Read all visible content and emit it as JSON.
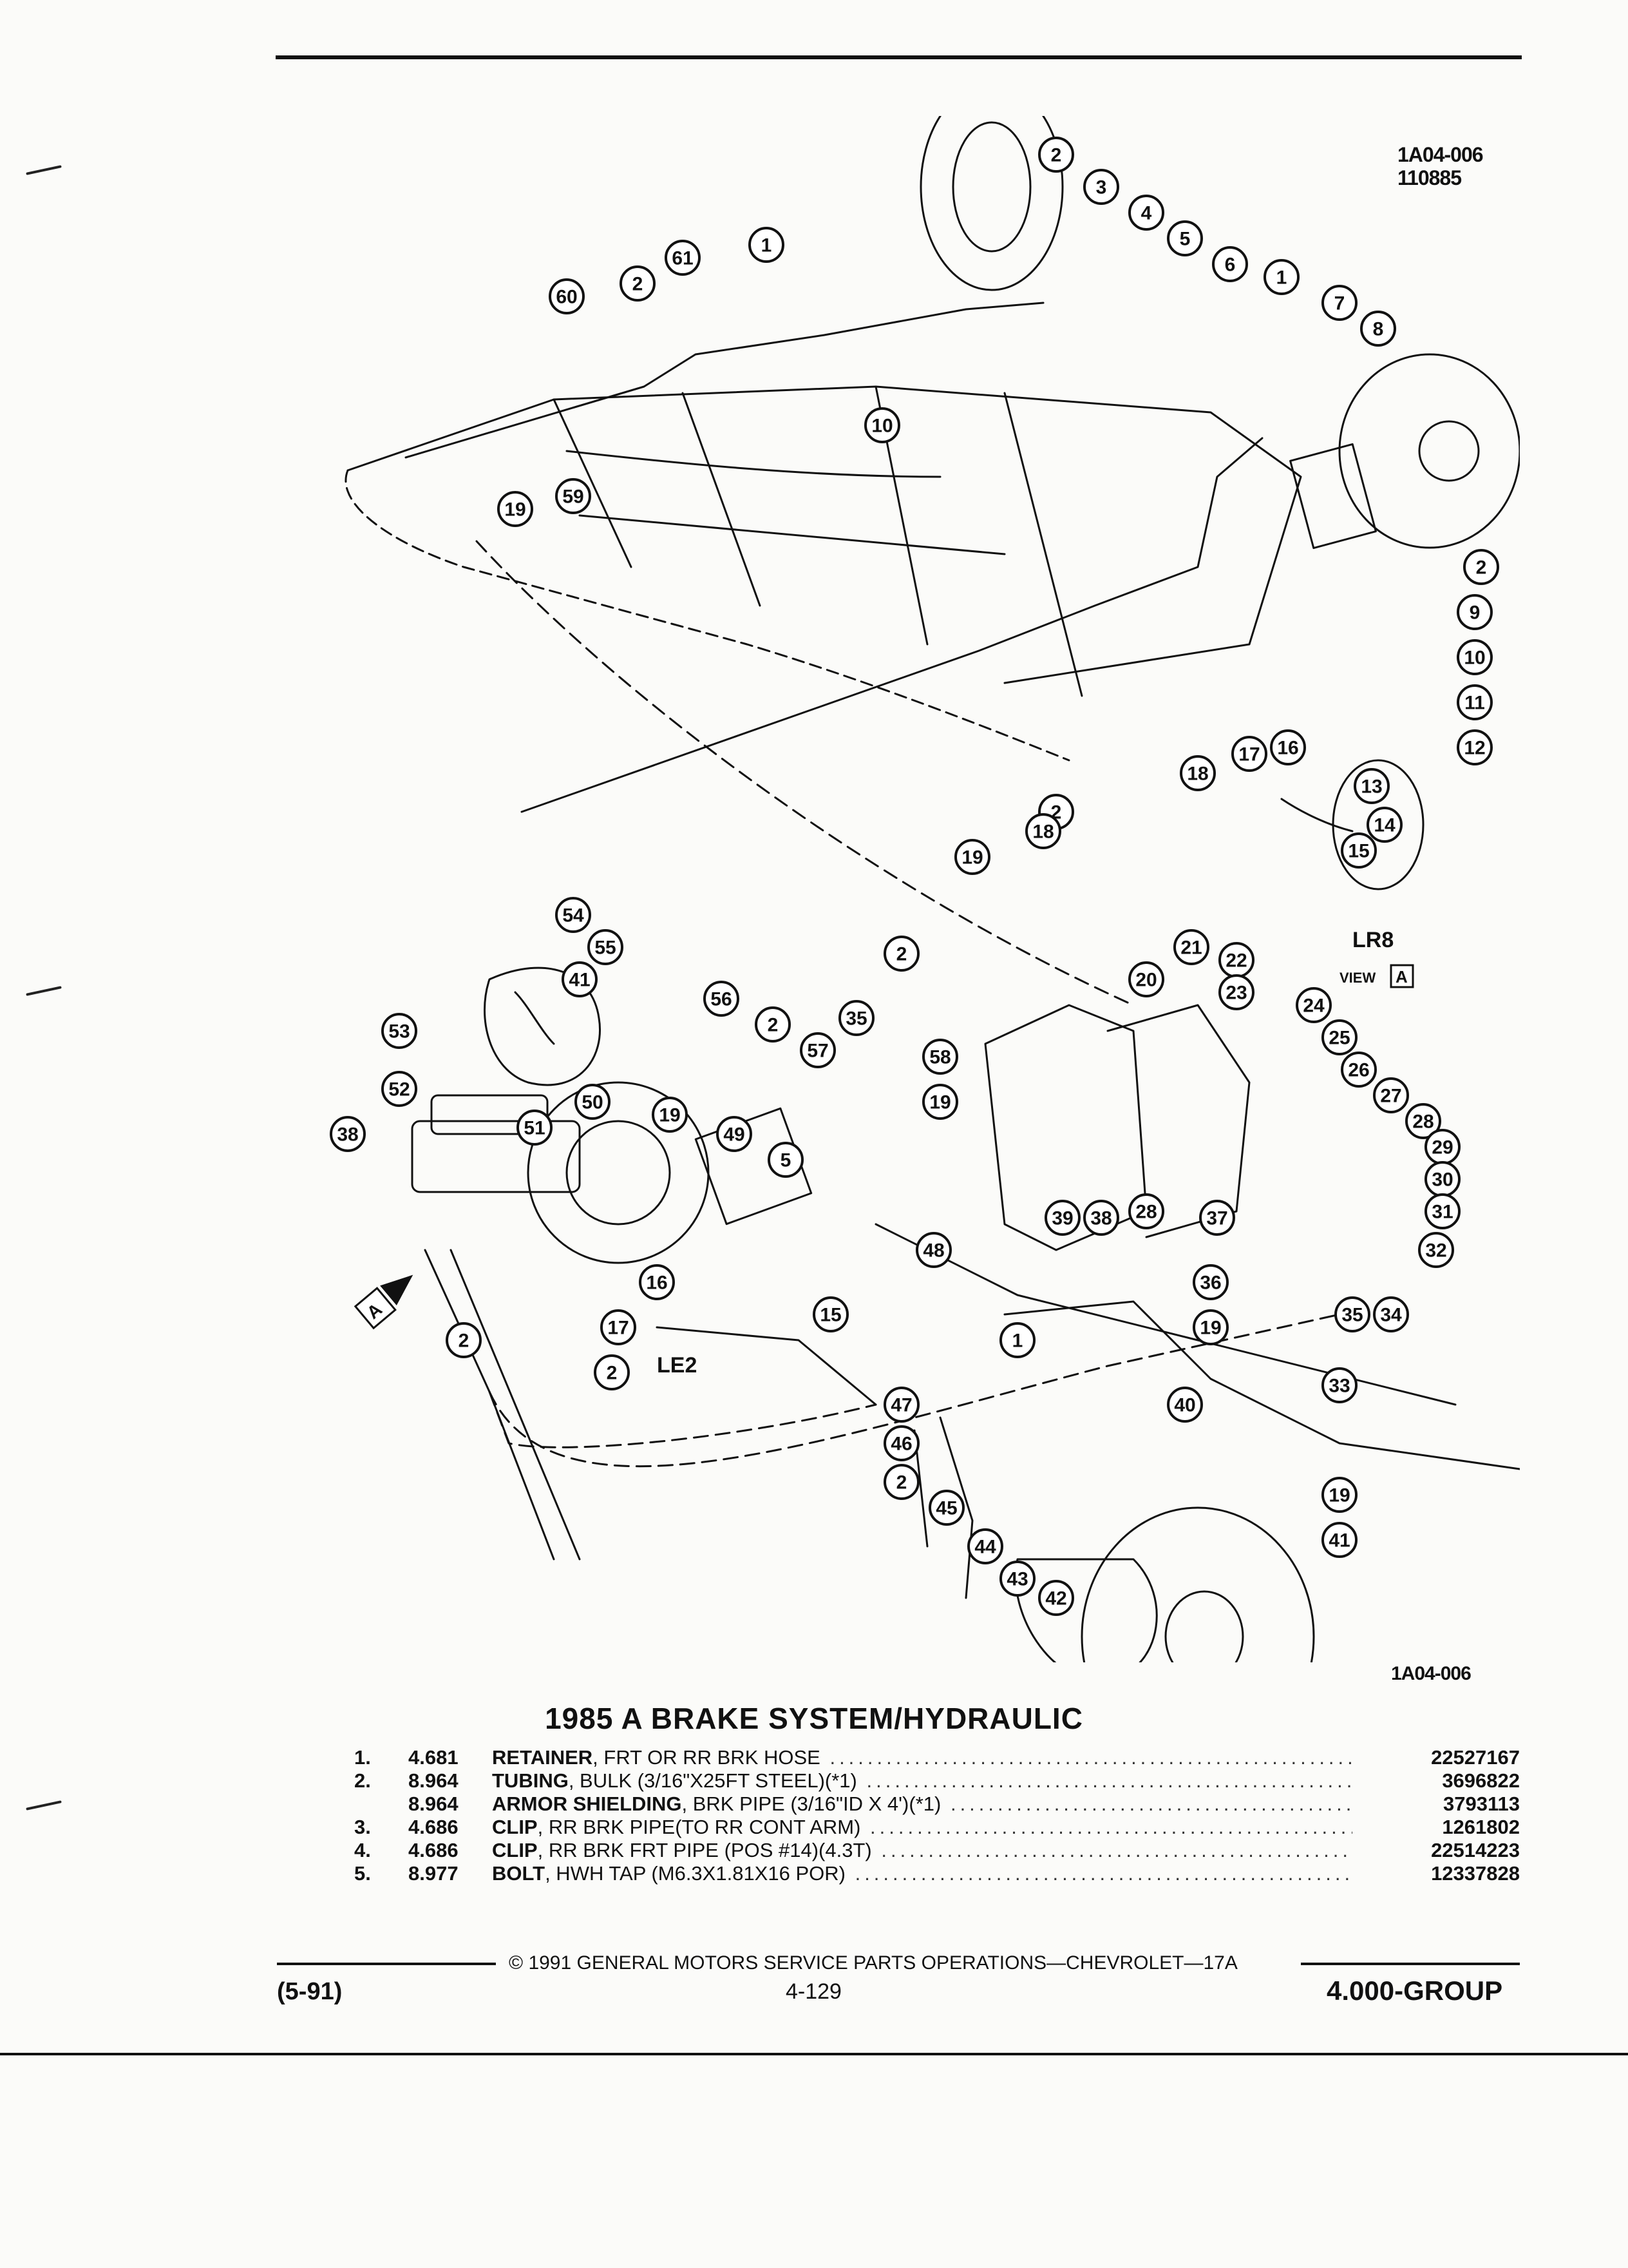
{
  "header": {
    "figure_code": "1A04-006",
    "figure_date": "110885"
  },
  "diagram": {
    "view_labels": [
      "LR8",
      "VIEW",
      "A",
      "LE2",
      "A"
    ],
    "callouts": [
      "1",
      "2",
      "3",
      "4",
      "5",
      "6",
      "1",
      "7",
      "8",
      "61",
      "2",
      "60",
      "10",
      "59",
      "19",
      "2",
      "9",
      "10",
      "11",
      "18",
      "17",
      "16",
      "12",
      "13",
      "14",
      "15",
      "2",
      "19",
      "18",
      "54",
      "55",
      "41",
      "56",
      "2",
      "35",
      "2",
      "57",
      "53",
      "52",
      "38",
      "50",
      "19",
      "58",
      "19",
      "5",
      "51",
      "49",
      "21",
      "22",
      "20",
      "23",
      "24",
      "25",
      "26",
      "27",
      "28",
      "29",
      "30",
      "31",
      "32",
      "34",
      "35",
      "33",
      "36",
      "37",
      "28",
      "38",
      "39",
      "48",
      "19",
      "16",
      "15",
      "17",
      "2",
      "2",
      "1",
      "47",
      "46",
      "2",
      "45",
      "44",
      "43",
      "42",
      "41",
      "40",
      "19"
    ],
    "figure_code_bottom": "1A04-006"
  },
  "parts": {
    "title": "1985 A BRAKE SYSTEM/HYDRAULIC",
    "rows": [
      {
        "num": "1.",
        "group": "4.681",
        "name": "RETAINER",
        "detail": ", FRT OR RR BRK HOSE",
        "part_no": "22527167"
      },
      {
        "num": "2.",
        "group": "8.964",
        "name": "TUBING",
        "detail": ", BULK (3/16\"X25FT STEEL)(*1)",
        "part_no": "3696822"
      },
      {
        "num": "",
        "group": "8.964",
        "name": "ARMOR SHIELDING",
        "detail": ", BRK PIPE (3/16\"ID X 4')(*1)",
        "part_no": "3793113"
      },
      {
        "num": "3.",
        "group": "4.686",
        "name": "CLIP",
        "detail": ", RR BRK PIPE(TO RR CONT ARM)",
        "part_no": "1261802"
      },
      {
        "num": "4.",
        "group": "4.686",
        "name": "CLIP",
        "detail": ", RR BRK FRT PIPE (POS #14)(4.3T)",
        "part_no": "22514223"
      },
      {
        "num": "5.",
        "group": "8.977",
        "name": "BOLT",
        "detail": ", HWH TAP (M6.3X1.81X16 POR)",
        "part_no": "12337828"
      }
    ]
  },
  "footer": {
    "copyright": "© 1991 GENERAL MOTORS SERVICE PARTS OPERATIONS—CHEVROLET—17A",
    "date": "(5-91)",
    "page": "4-129",
    "group": "4.000-GROUP"
  }
}
